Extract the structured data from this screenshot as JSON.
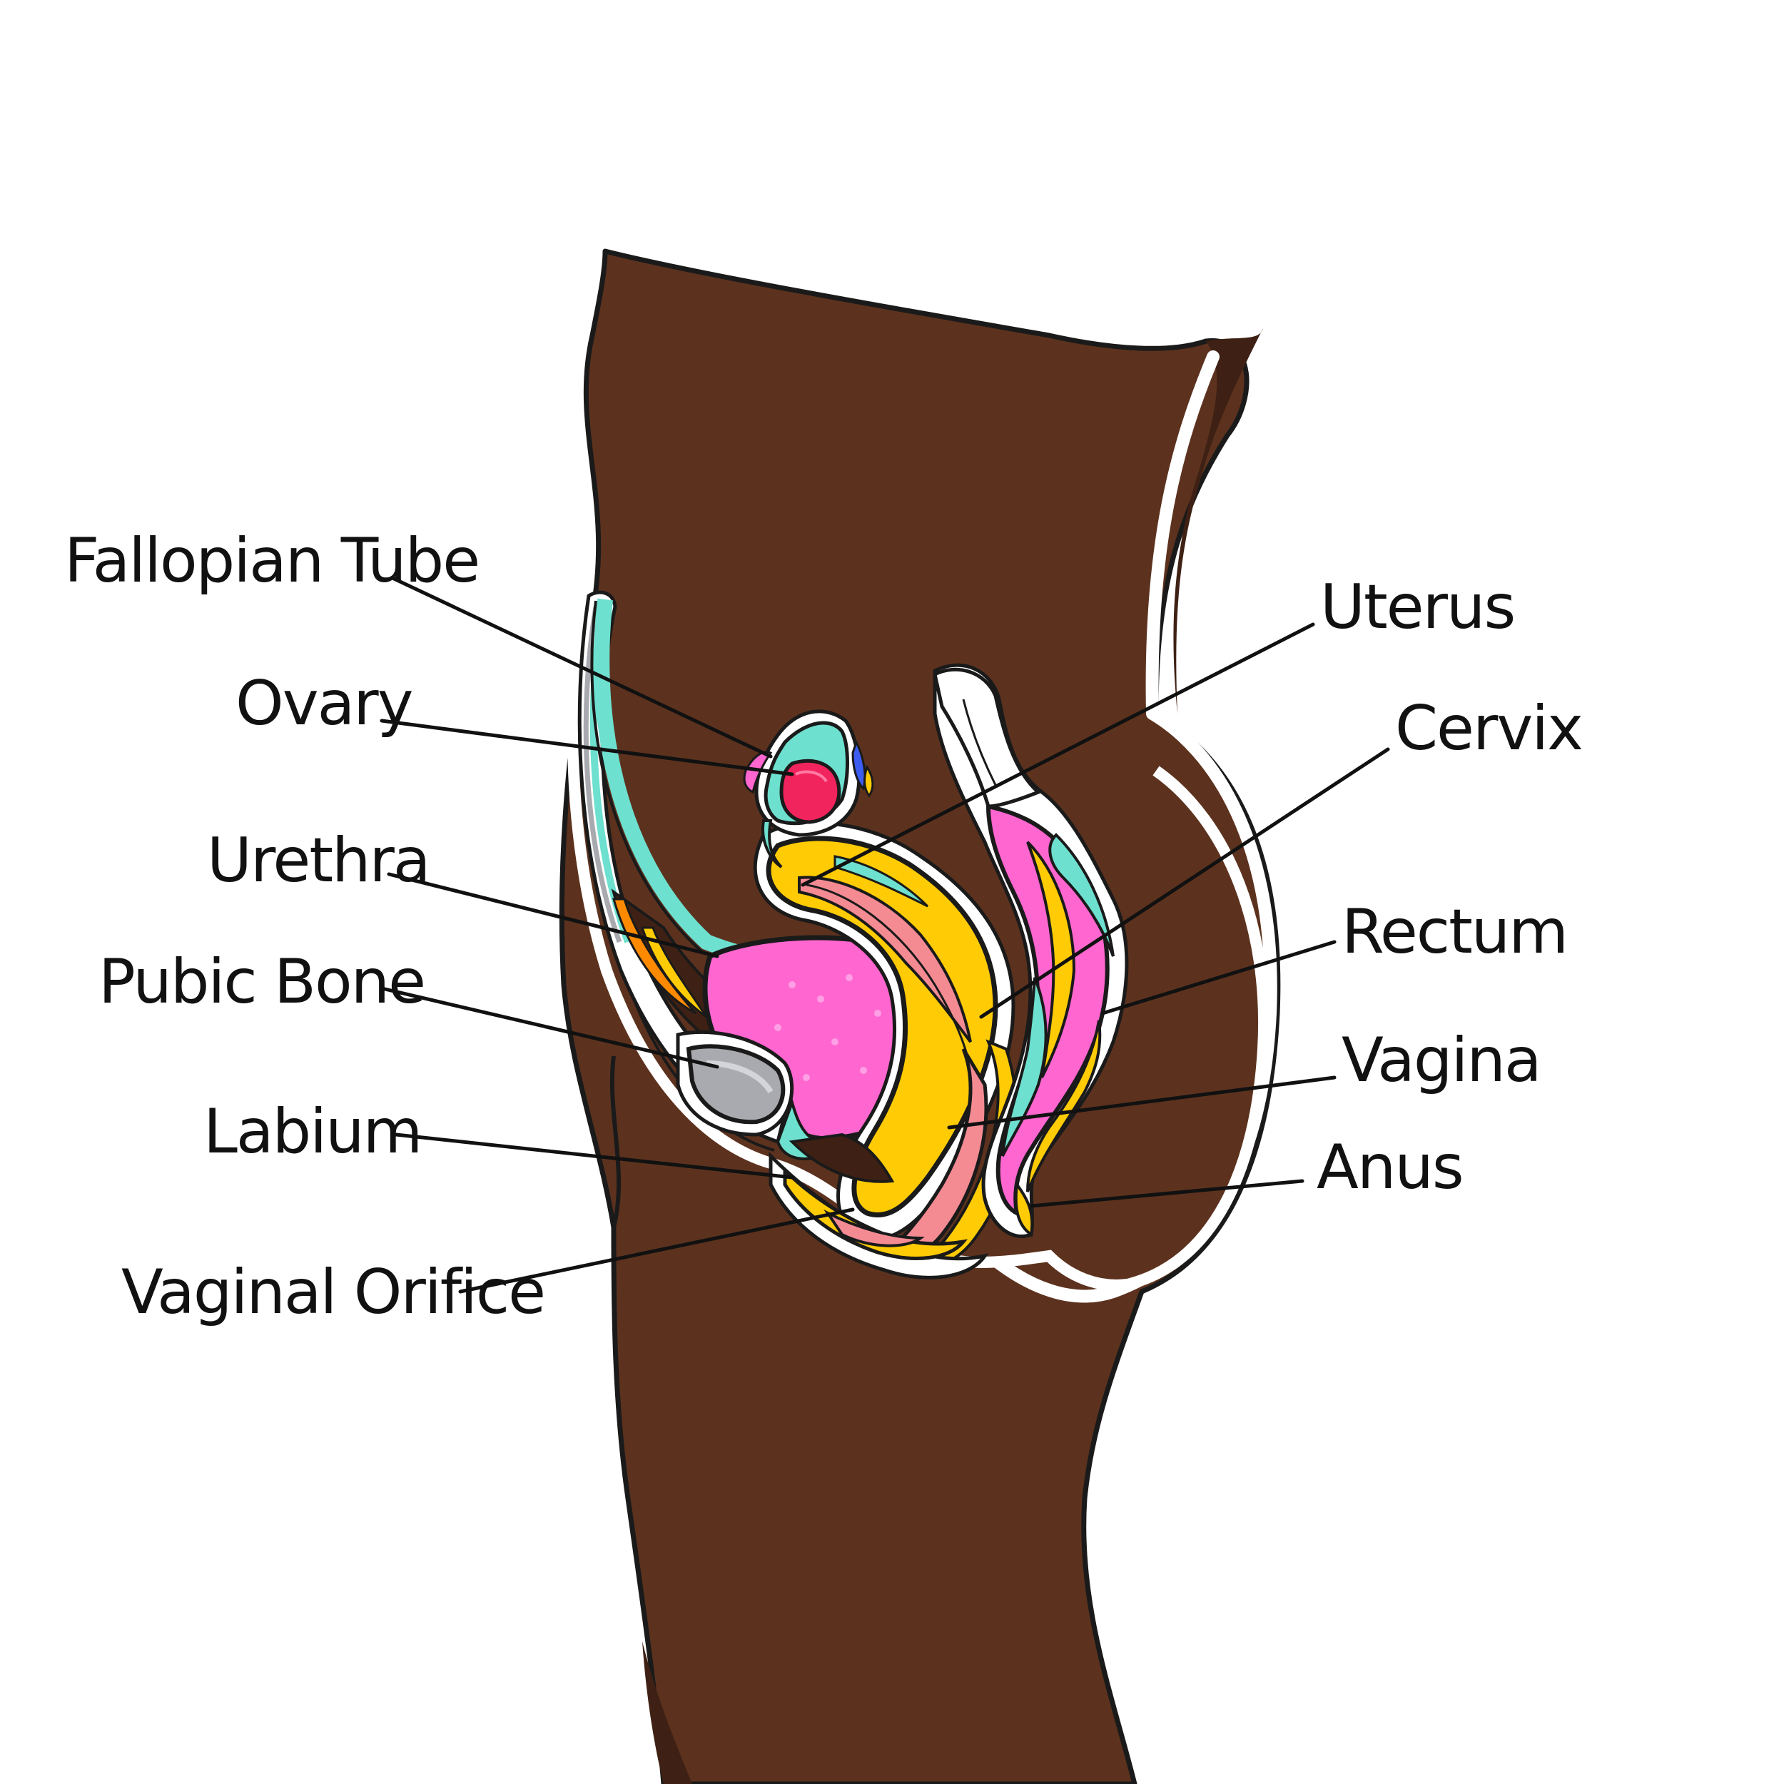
{
  "labels": {
    "fallopian_tube": "Fallopian Tube",
    "ovary": "Ovary",
    "urethra": "Urethra",
    "pubic_bone": "Pubic Bone",
    "labium": "Labium",
    "vaginal_orifice": "Vaginal Orifice",
    "uterus": "Uterus",
    "cervix": "Cervix",
    "rectum": "Rectum",
    "vagina": "Vagina",
    "anus": "Anus"
  },
  "colors": {
    "skin": "#5c321e",
    "skin_shadow": "#3e2114",
    "uterus_yellow": "#fecb05",
    "bladder_pink": "#ff66d0",
    "cervix_salmon": "#f48b93",
    "teal": "#6ee0cf",
    "ovary_red": "#f2245e",
    "bone_gray": "#a9aab0",
    "orange": "#ff8a00",
    "blue": "#3d5cf0",
    "outline": "#1a1a1a",
    "label_text": "#111111"
  }
}
